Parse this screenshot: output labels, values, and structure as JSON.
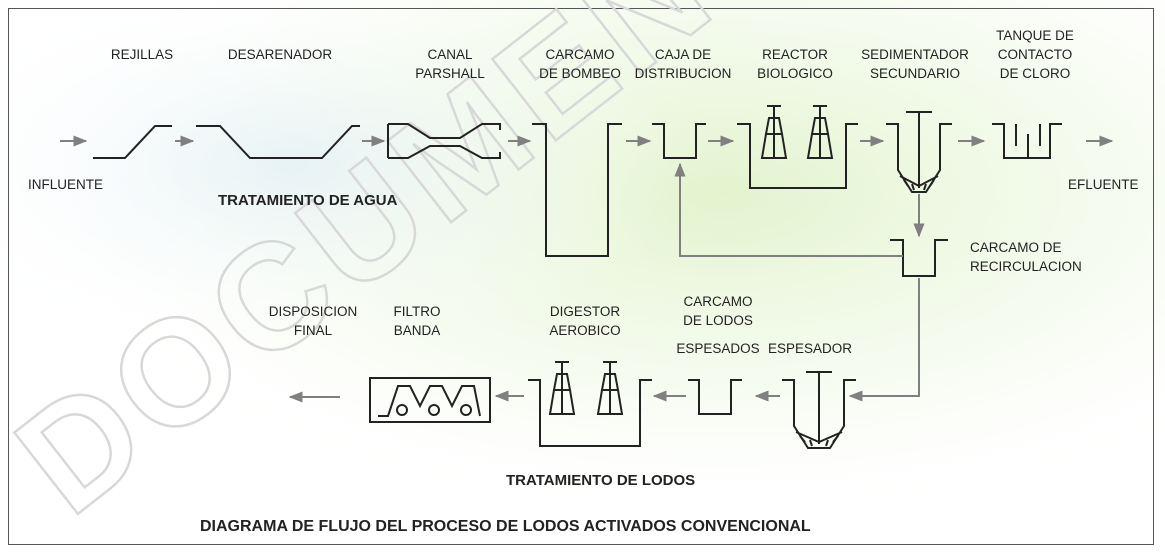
{
  "watermark": "DOCUMENT",
  "stages_water": {
    "rejillas": "REJILLAS",
    "desarenador": "DESARENADOR",
    "canal_1": "CANAL",
    "canal_2": "PARSHALL",
    "carcamo_1": "CARCAMO",
    "carcamo_2": "DE BOMBEO",
    "caja_1": "CAJA DE",
    "caja_2": "DISTRIBUCION",
    "reactor_1": "REACTOR",
    "reactor_2": "BIOLOGICO",
    "sedim_1": "SEDIMENTADOR",
    "sedim_2": "SECUNDARIO",
    "tanque_1": "TANQUE DE",
    "tanque_2": "CONTACTO",
    "tanque_3": "DE CLORO"
  },
  "influente": "INFLUENTE",
  "efluente": "EFLUENTE",
  "section_water": "TRATAMIENTO DE AGUA",
  "recirc_1": "CARCAMO DE",
  "recirc_2": "RECIRCULACION",
  "stages_sludge": {
    "disp_1": "DISPOSICION",
    "disp_2": "FINAL",
    "filtro_1": "FILTRO",
    "filtro_2": "BANDA",
    "digestor_1": "DIGESTOR",
    "digestor_2": "AEROBICO",
    "carc_lodos_1": "CARCAMO",
    "carc_lodos_2": "DE LODOS",
    "carc_lodos_3": "ESPESADOS",
    "espesador": "ESPESADOR"
  },
  "section_sludge": "TRATAMIENTO DE LODOS",
  "main_title": "DIAGRAMA DE FLUJO DEL PROCESO DE LODOS ACTIVADOS CONVENCIONAL",
  "colors": {
    "line": "#222222",
    "arrow": "#808080",
    "frame": "#555555",
    "glow": "#eaf6d8"
  }
}
